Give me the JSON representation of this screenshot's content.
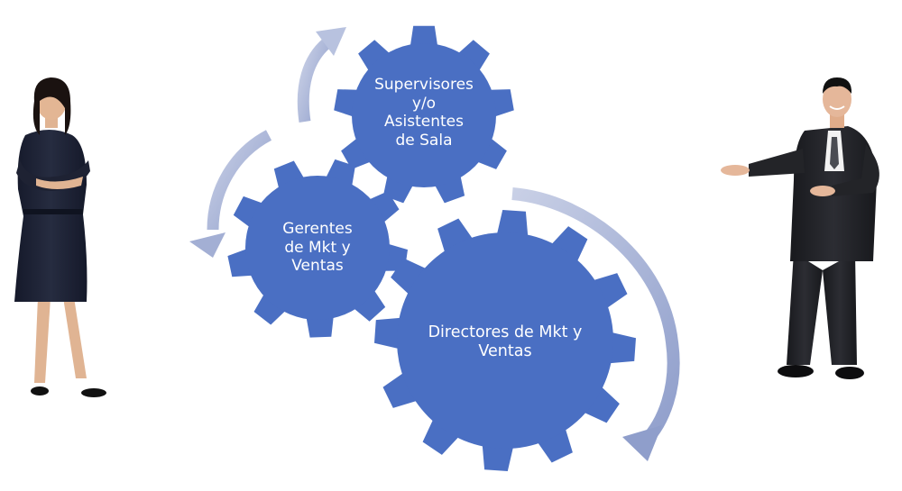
{
  "diagram": {
    "gears": [
      {
        "id": "supervisores",
        "lines": [
          "Supervisores",
          "y/o",
          "Asistentes",
          "de Sala"
        ]
      },
      {
        "id": "gerentes",
        "lines": [
          "Gerentes",
          "de Mkt y",
          "Ventas"
        ]
      },
      {
        "id": "directores",
        "lines": [
          "Directores de Mkt y",
          "Ventas"
        ]
      }
    ],
    "colors": {
      "gear_fill": "#4a6fc3",
      "arrow": "#aab6d8",
      "suit": "#1f2024",
      "dress": "#1b1f2c",
      "skin": "#e3b694"
    },
    "people": [
      {
        "role": "woman-in-dress",
        "icon": "person-woman-icon"
      },
      {
        "role": "man-in-suit-presenting",
        "icon": "person-man-icon"
      }
    ]
  }
}
